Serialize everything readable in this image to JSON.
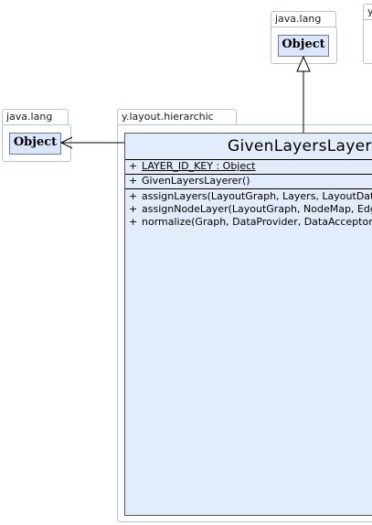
{
  "packages": {
    "java_lang_top": {
      "name": "java.lang"
    },
    "java_lang_left": {
      "name": "java.lang"
    },
    "hierarchic": {
      "name": "y.layout.hierarchic"
    },
    "partial_right": {
      "name": "y"
    }
  },
  "classes": {
    "object_top": {
      "name": "Object"
    },
    "object_left": {
      "name": "Object"
    },
    "main": {
      "name": "GivenLayersLayerer",
      "attributes": [
        {
          "visibility": "+",
          "text": "LAYER_ID_KEY : Object",
          "static": true
        }
      ],
      "constructors": [
        {
          "visibility": "+",
          "text": "GivenLayersLayerer()"
        }
      ],
      "operations": [
        {
          "visibility": "+",
          "text": "assignLayers(LayoutGraph, Layers, LayoutDataProvider)"
        },
        {
          "visibility": "+",
          "text": "assignNodeLayer(LayoutGraph, NodeMap, EdgeList)"
        },
        {
          "visibility": "+",
          "text": "normalize(Graph, DataProvider, DataAcceptor)"
        }
      ]
    }
  },
  "relations": [
    {
      "type": "generalization",
      "from": "main",
      "to": "object_top"
    },
    {
      "type": "dependency",
      "from": "main",
      "to": "object_left"
    }
  ],
  "colors": {
    "package_border": "#b9c3d6",
    "class_fill": "#e3ecfb",
    "class_fill_small": "#dbe6fb",
    "class_border": "#4a5570"
  }
}
